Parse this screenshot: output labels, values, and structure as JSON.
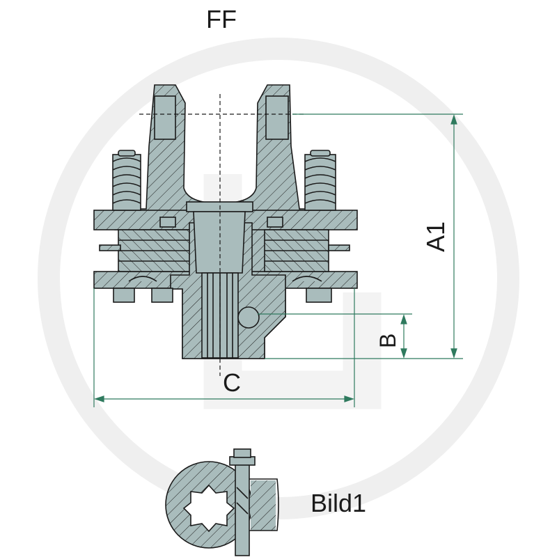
{
  "labels": {
    "title": "FF",
    "dim_a1": "A1",
    "dim_b": "B",
    "dim_c": "C",
    "detail": "Bild1"
  },
  "colors": {
    "fill": "#a9bcbc",
    "outline": "#1a1a1a",
    "dimension": "#2f7a5e",
    "watermark": "#efefef"
  },
  "watermark_icon": "granit-g-logo"
}
